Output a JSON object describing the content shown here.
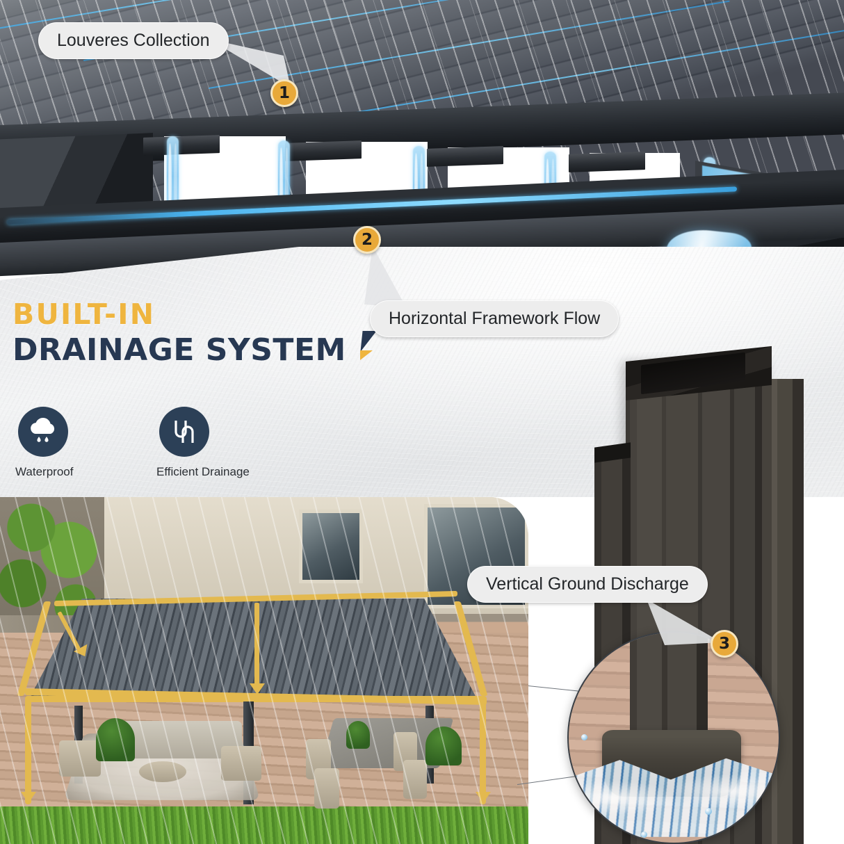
{
  "meta": {
    "title_line1": "BUILT-IN",
    "title_line2": "DRAINAGE SYSTEM"
  },
  "colors": {
    "accent_gold": "#EFB53F",
    "badge_gold": "#E8A93A",
    "navy": "#273852",
    "bubble_bg": "#EDEDED",
    "water_blue": "#49B2EE"
  },
  "callouts": [
    {
      "number": "1",
      "label": "Louveres Collection"
    },
    {
      "number": "2",
      "label": "Horizontal Framework Flow"
    },
    {
      "number": "3",
      "label": "Vertical Ground Discharge"
    }
  ],
  "features": [
    {
      "icon": "rain-cloud-icon",
      "label": "Waterproof"
    },
    {
      "icon": "siphon-pipe-icon",
      "label": "Efficient Drainage"
    }
  ],
  "scene": {
    "name": "pergola-rain-scene",
    "description": "Louvered aluminum pergola on a wooden deck in the rain with gold drainage flow arrows"
  },
  "detail_inset": {
    "name": "post-base-discharge-inset",
    "badge": "3"
  }
}
